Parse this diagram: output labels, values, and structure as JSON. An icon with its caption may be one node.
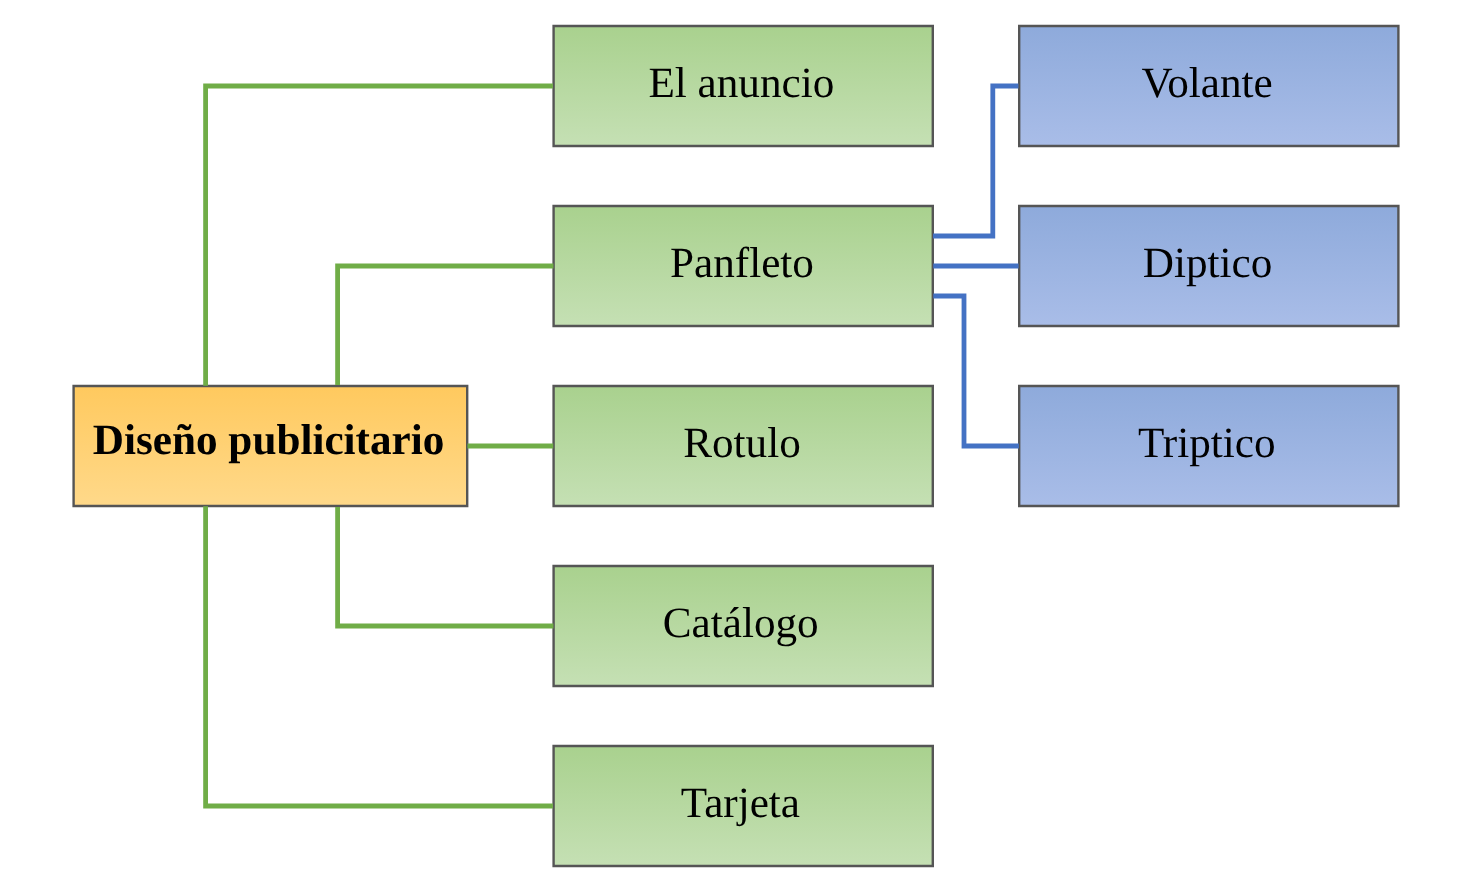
{
  "diagram": {
    "nodes": [
      {
        "text": [
          "Diseño publicitario"
        ]
      },
      {
        "text": [
          "El anuncio"
        ]
      },
      {
        "text": [
          "Panfleto"
        ]
      },
      {
        "text": [
          "Rotulo"
        ]
      },
      {
        "text": [
          "Catálogo"
        ]
      },
      {
        "text": [
          "Tarjeta"
        ]
      },
      {
        "text": [
          "Volante"
        ]
      },
      {
        "text": [
          "Diptico"
        ]
      },
      {
        "text": [
          "Triptico"
        ]
      }
    ],
    "edges": [
      {
        "from": 0,
        "to": 1,
        "arrow": "none"
      },
      {
        "from": 0,
        "to": 2,
        "arrow": "none"
      },
      {
        "from": 0,
        "to": 3,
        "arrow": "none"
      },
      {
        "from": 0,
        "to": 4,
        "arrow": "none"
      },
      {
        "from": 0,
        "to": 5,
        "arrow": "none"
      },
      {
        "from": 2,
        "to": 6,
        "arrow": "none",
        "color": "#4472c4"
      },
      {
        "from": 2,
        "to": 7,
        "arrow": "none",
        "color": "#4472c4"
      },
      {
        "from": 2,
        "to": 8,
        "arrow": "none",
        "color": "#4472c4"
      }
    ]
  }
}
